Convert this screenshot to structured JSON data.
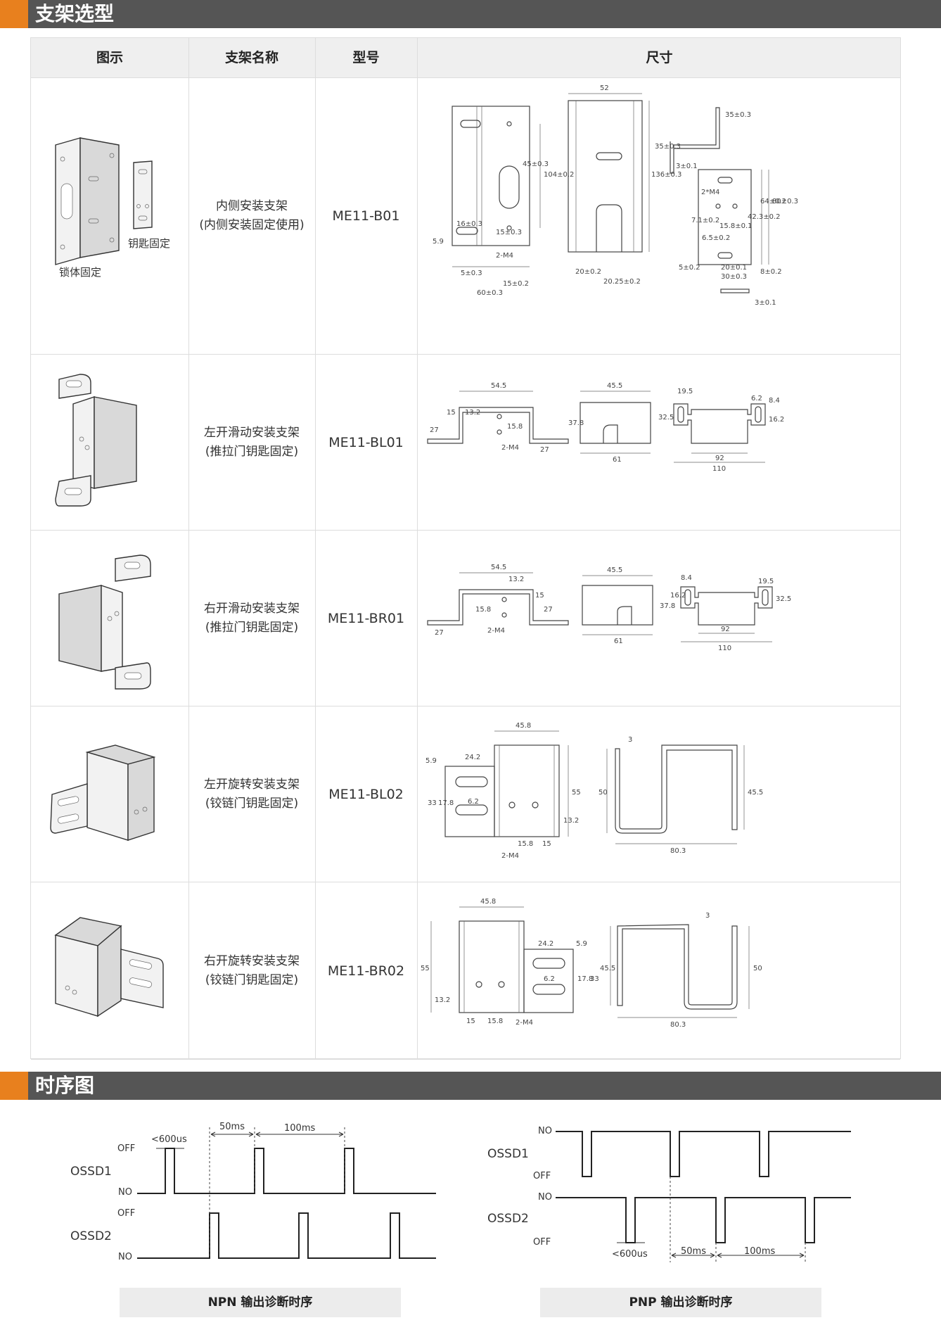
{
  "sections": {
    "bracket_title": "支架选型",
    "timing_title": "时序图"
  },
  "table": {
    "headers": [
      "图示",
      "支架名称",
      "型号",
      "尺寸"
    ],
    "rows": [
      {
        "name_line1": "内侧安装支架",
        "name_line2": "(内侧安装固定使用)",
        "model": "ME11-B01",
        "icon_labels": [
          "钥匙固定",
          "锁体固定"
        ],
        "dims": [
          "52",
          "35±0.3",
          "35±0.3",
          "3±0.1",
          "2*M4",
          "104±0.2",
          "45±0.3",
          "136±0.3",
          "64±0.2",
          "80±0.3",
          "42.3±0.2",
          "7.1±0.2",
          "15.8±0.1",
          "16±0.3",
          "15±0.3",
          "6.5±0.2",
          "5.9",
          "5±0.2",
          "20±0.1",
          "8±0.2",
          "30±0.3",
          "5±0.3",
          "2-M4",
          "15±0.2",
          "20±0.2",
          "20.25±0.2",
          "60±0.3",
          "3±0.1"
        ]
      },
      {
        "name_line1": "左开滑动安装支架",
        "name_line2": "(推拉门钥匙固定)",
        "model": "ME11-BL01",
        "dims": [
          "54.5",
          "45.5",
          "19.5",
          "6.2",
          "8.4",
          "15",
          "13.2",
          "27",
          "15.8",
          "37.8",
          "32.5",
          "16.2",
          "2-M4",
          "27",
          "61",
          "92",
          "110"
        ]
      },
      {
        "name_line1": "右开滑动安装支架",
        "name_line2": "(推拉门钥匙固定)",
        "model": "ME11-BR01",
        "dims": [
          "54.5",
          "45.5",
          "8.4",
          "19.5",
          "13.2",
          "15",
          "16.2",
          "32.5",
          "15.8",
          "27",
          "37.8",
          "2-M4",
          "27",
          "61",
          "92",
          "110"
        ]
      },
      {
        "name_line1": "左开旋转安装支架",
        "name_line2": "(铰链门钥匙固定)",
        "model": "ME11-BL02",
        "dims": [
          "45.8",
          "3",
          "5.9",
          "24.2",
          "55",
          "50",
          "45.5",
          "33",
          "17.8",
          "6.2",
          "13.2",
          "15.8",
          "15",
          "2-M4",
          "80.3"
        ]
      },
      {
        "name_line1": "右开旋转安装支架",
        "name_line2": "(铰链门钥匙固定)",
        "model": "ME11-BR02",
        "dims": [
          "45.8",
          "3",
          "24.2",
          "5.9",
          "55",
          "45.5",
          "50",
          "6.2",
          "17.8",
          "33",
          "13.2",
          "15",
          "15.8",
          "2-M4",
          "80.3"
        ]
      }
    ]
  },
  "timing": {
    "npn": {
      "ossd1": "OSSD1",
      "ossd2": "OSSD2",
      "off": "OFF",
      "no": "NO",
      "t600": "<600us",
      "t50": "50ms",
      "t100": "100ms",
      "caption": "NPN 输出诊断时序"
    },
    "pnp": {
      "ossd1": "OSSD1",
      "ossd2": "OSSD2",
      "off": "OFF",
      "no": "NO",
      "t600": "<600us",
      "t50": "50ms",
      "t100": "100ms",
      "caption": "PNP 输出诊断时序"
    }
  }
}
